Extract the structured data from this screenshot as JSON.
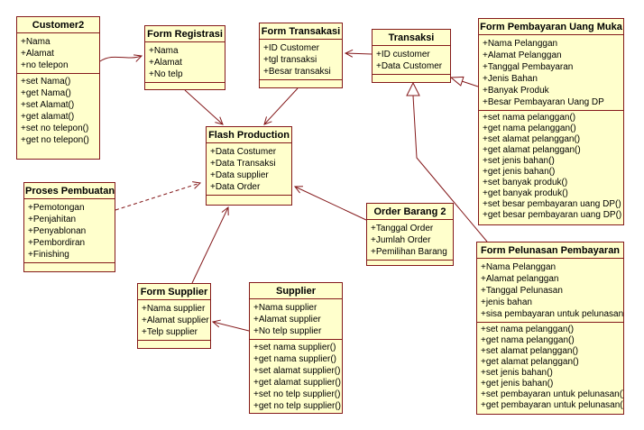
{
  "diagram": {
    "type": "uml-class-diagram",
    "colors": {
      "background": "#FFFFFF",
      "box_fill": "#FFFFCC",
      "line": "#84191B",
      "text": "#000000"
    },
    "classes": [
      {
        "id": "customer2",
        "title": "Customer2",
        "attributes": [
          "+Nama",
          "+Alamat",
          "+no telepon"
        ],
        "methods": [
          "+set Nama()",
          "+get Nama()",
          "+set Alamat()",
          "+get alamat()",
          "+set no telepon()",
          "+get no telepon()"
        ]
      },
      {
        "id": "form_registrasi",
        "title": "Form Registrasi",
        "attributes": [
          "+Nama",
          "+Alamat",
          "+No telp"
        ],
        "methods": []
      },
      {
        "id": "form_transakasi",
        "title": "Form Transakasi",
        "attributes": [
          "+ID Customer",
          "+tgl transaksi",
          "+Besar transaksi"
        ],
        "methods": []
      },
      {
        "id": "transaksi",
        "title": "Transaksi",
        "attributes": [
          "+ID customer",
          "+Data Customer"
        ],
        "methods": []
      },
      {
        "id": "form_pembayaran_uang_muka",
        "title": "Form Pembayaran Uang Muka",
        "attributes": [
          "+Nama Pelanggan",
          "+Alamat Pelanggan",
          "+Tanggal Pembayaran",
          "+Jenis Bahan",
          "+Banyak Produk",
          "+Besar Pembayaran Uang DP"
        ],
        "methods": [
          "+set nama pelanggan()",
          "+get nama pelanggan()",
          "+set alamat pelanggan()",
          "+get alamat pelanggan()",
          "+set jenis bahan()",
          "+get jenis bahan()",
          "+set banyak produk()",
          "+get banyak produk()",
          "+set besar pembayaran uang DP()",
          "+get besar pembayaran uang DP()"
        ]
      },
      {
        "id": "flash_production",
        "title": "Flash Production",
        "attributes": [
          "+Data Costumer",
          "+Data Transaksi",
          "+Data supplier",
          "+Data Order"
        ],
        "methods": []
      },
      {
        "id": "proses_pembuatan",
        "title": "Proses Pembuatan",
        "attributes": [
          "+Pemotongan",
          "+Penjahitan",
          "+Penyablonan",
          "+Pembordiran",
          "+Finishing"
        ],
        "methods": []
      },
      {
        "id": "order_barang_2",
        "title": "Order Barang 2",
        "attributes": [
          "+Tanggal Order",
          "+Jumlah Order",
          "+Pemilihan Barang"
        ],
        "methods": []
      },
      {
        "id": "form_pelunasan_pembayaran",
        "title": "Form Pelunasan Pembayaran",
        "attributes": [
          "+Nama Pelanggan",
          "+Alamat pelanggan",
          "+Tanggal Pelunasan",
          "+jenis bahan",
          "+sisa pembayaran untuk pelunasan"
        ],
        "methods": [
          "+set nama pelanggan()",
          "+get nama pelanggan()",
          "+set alamat pelanggan()",
          "+get alamat pelanggan()",
          "+set jenis bahan()",
          "+get jenis bahan()",
          "+set pembayaran untuk pelunasan()",
          "+get pembayaran untuk pelunasan()"
        ]
      },
      {
        "id": "form_supplier",
        "title": "Form Supplier",
        "attributes": [
          "+Nama supplier",
          "+Alamat supplier",
          "+Telp supplier"
        ],
        "methods": []
      },
      {
        "id": "supplier",
        "title": "Supplier",
        "attributes": [
          "+Nama supplier",
          "+Alamat supplier",
          "+No telp supplier"
        ],
        "methods": [
          "+set nama supplier()",
          "+get nama supplier()",
          "+set alamat supplier()",
          "+get alamat supplier()",
          "+set no telp supplier()",
          "+get no telp supplier()"
        ]
      }
    ],
    "connectors": [
      {
        "id": "customer2-to-form-registrasi",
        "from": "Customer2",
        "to": "Form Registrasi",
        "type": "arrow"
      },
      {
        "id": "transaksi-to-form-transakasi",
        "from": "Transaksi",
        "to": "Form Transakasi",
        "type": "arrow"
      },
      {
        "id": "form-registrasi-to-flash-production",
        "from": "Form Registrasi",
        "to": "Flash Production",
        "type": "arrow"
      },
      {
        "id": "form-transakasi-to-flash-production",
        "from": "Form Transakasi",
        "to": "Flash Production",
        "type": "arrow"
      },
      {
        "id": "proses-pembuatan-to-flash-production",
        "from": "Proses Pembuatan",
        "to": "Flash Production",
        "type": "dashed-dependency-arrow"
      },
      {
        "id": "form-supplier-to-flash-production",
        "from": "Form Supplier",
        "to": "Flash Production",
        "type": "arrow"
      },
      {
        "id": "order-barang-2-to-flash-production",
        "from": "Order Barang 2",
        "to": "Flash Production",
        "type": "arrow"
      },
      {
        "id": "supplier-to-form-supplier",
        "from": "Supplier",
        "to": "Form Supplier",
        "type": "arrow"
      },
      {
        "id": "form-pembayaran-uang-muka-to-transaksi",
        "from": "Form Pembayaran Uang Muka",
        "to": "Transaksi",
        "type": "generalization"
      },
      {
        "id": "form-pelunasan-pembayaran-to-transaksi",
        "from": "Form Pelunasan Pembayaran",
        "to": "Transaksi",
        "type": "generalization"
      }
    ]
  }
}
